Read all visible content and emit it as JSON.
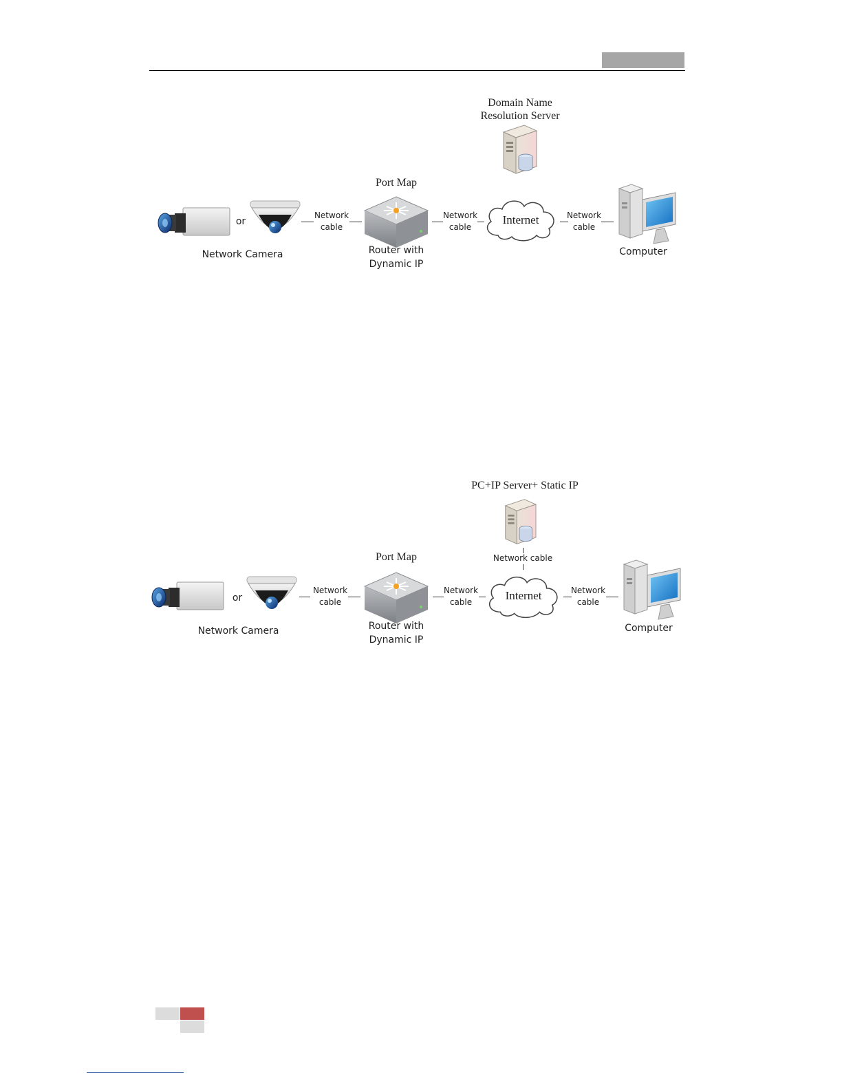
{
  "diagram1": {
    "dns_server_label": "Domain Name\nResolution Server",
    "port_map_label": "Port Map",
    "or_label": "or",
    "camera_label": "Network Camera",
    "router_label": "Router  with\nDynamic IP",
    "internet_label": "Internet",
    "computer_label": "Computer",
    "cable_label": "Network\ncable"
  },
  "diagram2": {
    "server_label": "PC+IP Server+ Static IP",
    "server_cable_label": "Network cable",
    "port_map_label": "Port Map",
    "or_label": "or",
    "camera_label": "Network Camera",
    "router_label": "Router  with\nDynamic IP",
    "internet_label": "Internet",
    "computer_label": "Computer",
    "cable_label": "Network\ncable"
  }
}
